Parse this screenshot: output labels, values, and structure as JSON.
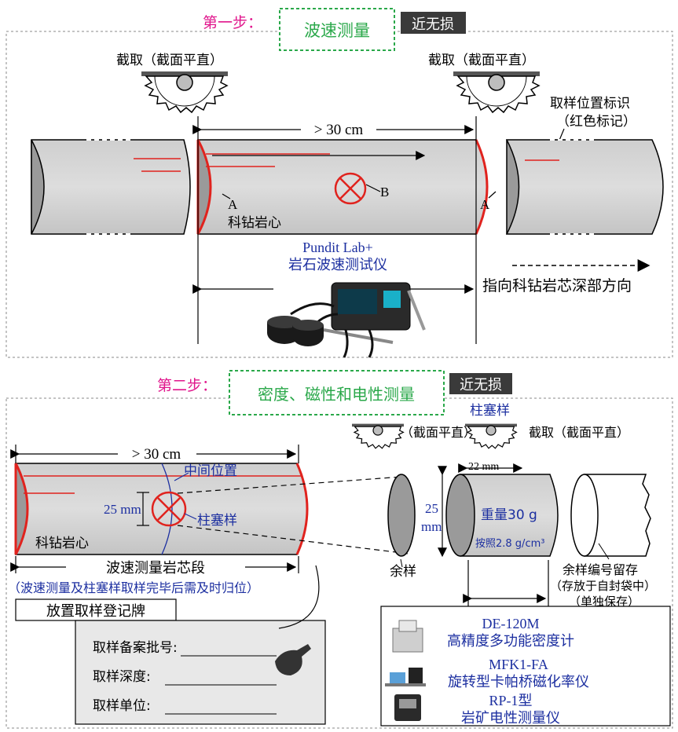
{
  "step1": {
    "step_label": "第一步：",
    "title": "波速测量",
    "badge": "近无损",
    "cut_left": "截取（截面平直）",
    "cut_right": "截取（截面平直）",
    "sample_mark_1": "取样位置标识",
    "sample_mark_2": "（红色标记）",
    "length": "> 30 cm",
    "point_a_left": "A",
    "point_a_right": "A",
    "point_b": "B",
    "core_label": "科钻岩心",
    "instrument_1": "Pundit Lab+",
    "instrument_2": "岩石波速测试仪",
    "direction": "指向科钻岩芯深部方向"
  },
  "step2": {
    "step_label": "第二步：",
    "title": "密度、磁性和电性测量",
    "badge": "近无损",
    "plug_title": "柱塞样",
    "cut_left": "截取（截面平直）",
    "cut_right": "截取（截面平直）",
    "length": "> 30 cm",
    "middle_pos": "中间位置",
    "diameter_left": "25 mm",
    "plug_label": "柱塞样",
    "core_label": "科钻岩心",
    "segment_label": "波速测量岩芯段",
    "note": "（波速测量及柱塞样取样完毕后需及时归位）",
    "len_22": "22 mm",
    "dia_25_a": "25",
    "dia_25_b": "mm",
    "weight": "重量30 g",
    "density_basis": "按照2.8 g/cm³",
    "remainder_left": "余样",
    "remain_1": "余样编号留存",
    "remain_2": "（存放于自封袋中）",
    "remain_3": "（单独保存）",
    "board_title": "放置取样登记牌",
    "board_field_1": "取样备案批号:",
    "board_field_2": "取样深度:",
    "board_field_3": "取样单位:",
    "inst1_name": "DE-120M",
    "inst1_desc": "高精度多功能密度计",
    "inst2_name": "MFK1-FA",
    "inst2_desc": "旋转型卡帕桥磁化率仪",
    "inst3_name": "RP-1型",
    "inst3_desc": "岩矿电性测量仪"
  },
  "colors": {
    "magenta": "#e0168c",
    "green": "#2aa84a",
    "blue": "#1c2fa0",
    "red": "#e0231e",
    "core_fill": "#d2d2d2",
    "core_end": "#9a9a9a"
  }
}
